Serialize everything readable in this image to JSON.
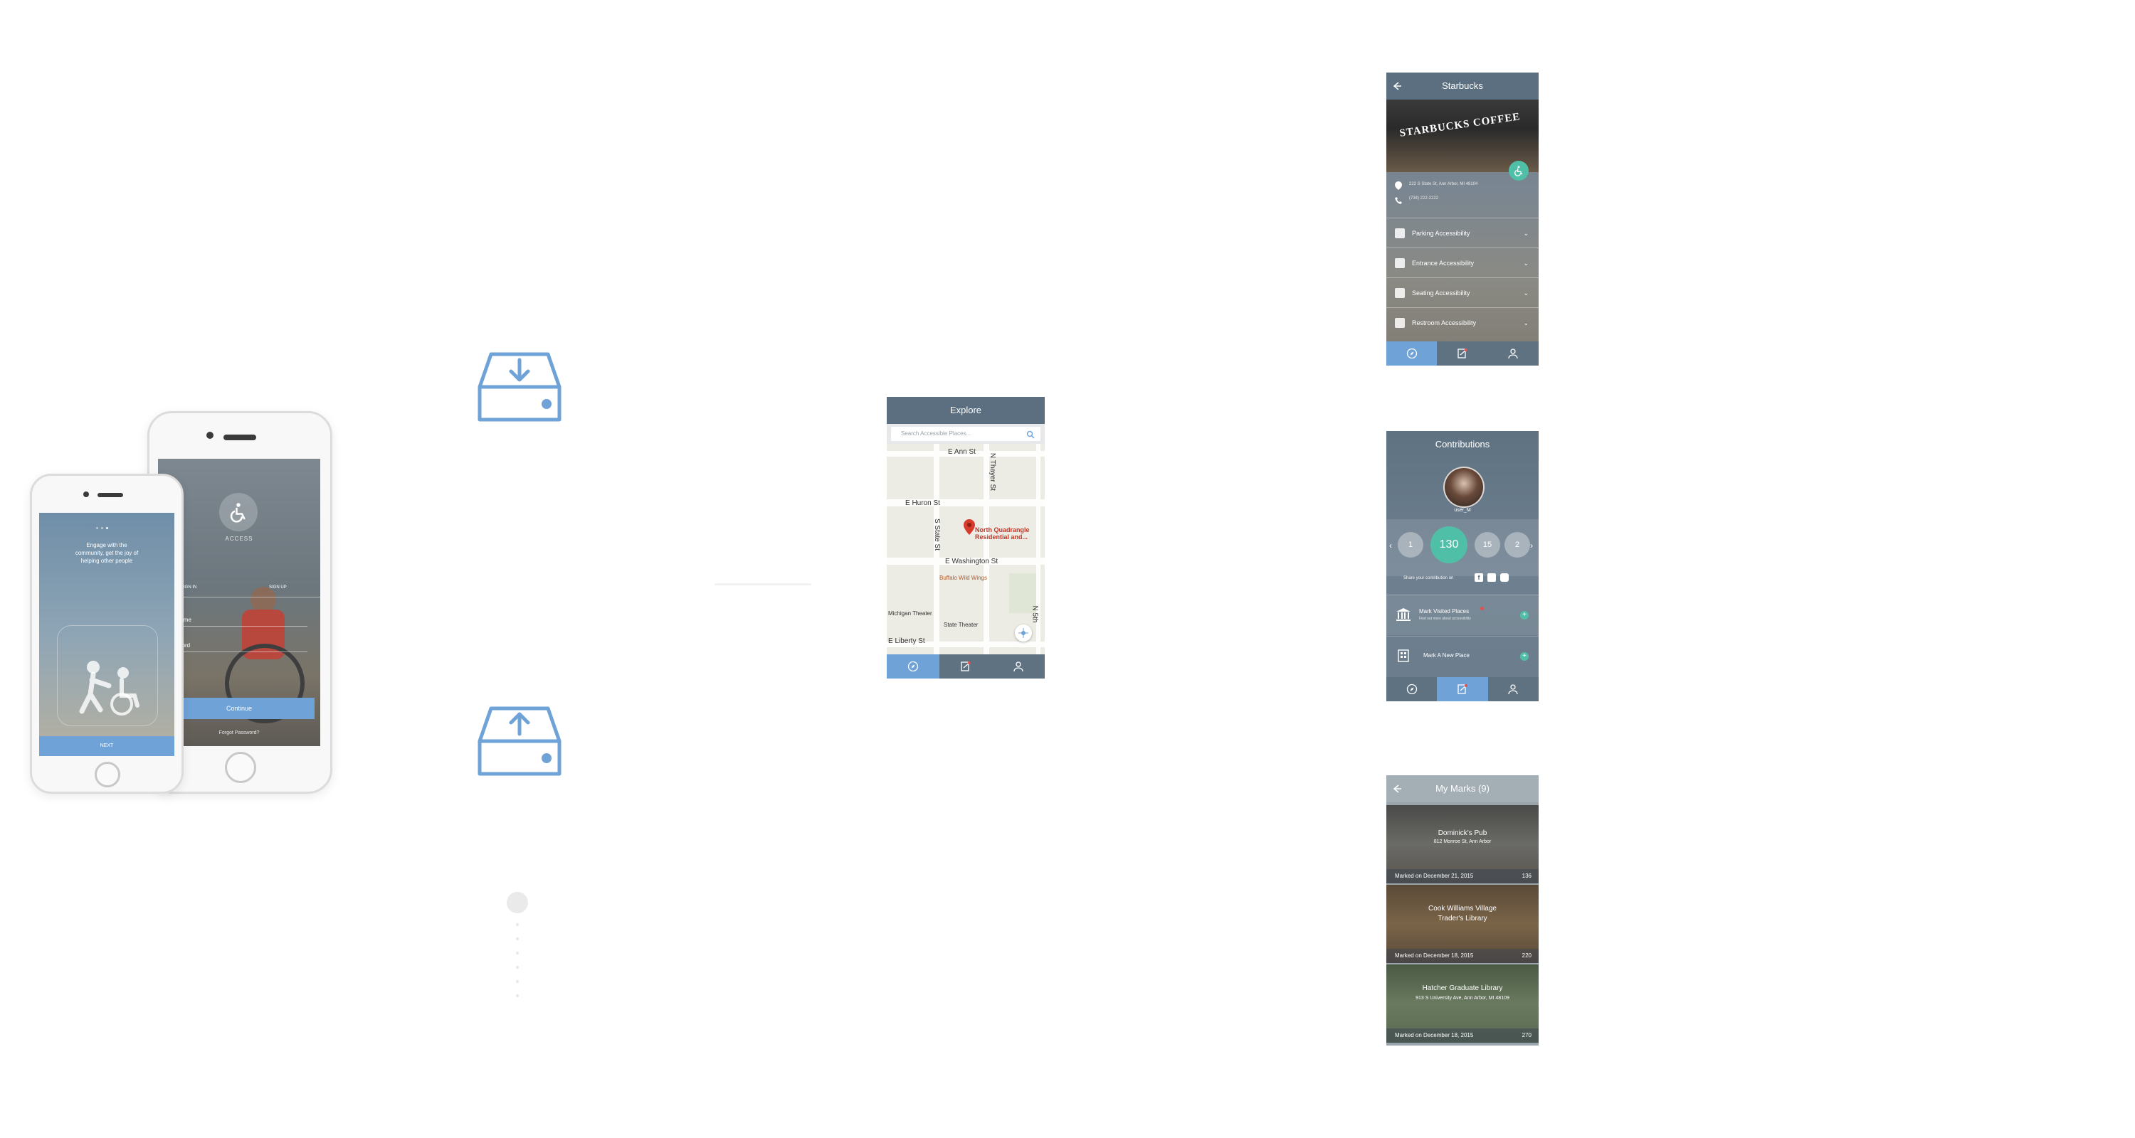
{
  "colors": {
    "accent": "#6fa2d6",
    "panel": "#6e7f8e",
    "bar": "#5b6f80",
    "pin": "#d73b2e"
  },
  "login_phone": {
    "logo_text": "ACCESS",
    "tab_signin": "SIGN IN",
    "tab_signup": "SIGN UP",
    "username_label": "Username",
    "password_label": "Password",
    "continue_label": "Continue",
    "forgot_label": "Forgot Password?"
  },
  "onboard_phone": {
    "tagline": "Engage with the community, get the joy of helping other people",
    "next_label": "NEXT"
  },
  "icons": {
    "download": "download-tray-icon",
    "upload": "upload-tray-icon"
  },
  "explore": {
    "title": "Explore",
    "search_placeholder": "Search Accessible Places...",
    "streets": {
      "ann": "E Ann St",
      "huron": "E Huron St",
      "washington": "E Washington St",
      "liberty": "E Liberty St",
      "state": "S State St",
      "thayer": "N Thayer St",
      "fifth": "N 5th"
    },
    "places": {
      "pin_line1": "North Quadrangle",
      "pin_line2": "Residential and...",
      "wings": "Buffalo Wild Wings",
      "michigan": "Michigan Theater",
      "state_theater": "State Theater"
    }
  },
  "starbucks": {
    "title": "Starbucks",
    "sign": "STARBUCKS COFFEE",
    "address": "222 S State St, Ann Arbor, MI 48104",
    "phone": "(734) 222-2222",
    "rows": [
      {
        "label": "Parking Accessibility"
      },
      {
        "label": "Entrance Accessibility"
      },
      {
        "label": "Seating Accessibility"
      },
      {
        "label": "Restroom Accessibility"
      }
    ]
  },
  "contributions": {
    "title": "Contributions",
    "username": "user_M",
    "stats": [
      {
        "value": "1"
      },
      {
        "value": "130"
      },
      {
        "value": "15"
      },
      {
        "value": "2"
      }
    ],
    "share_label": "Share your contribution on",
    "visited_label": "Mark Visited Places",
    "visited_sub": "Find out more about accessibility",
    "new_place_label": "Mark A New Place"
  },
  "mymarks": {
    "title": "My Marks (9)",
    "cards": [
      {
        "title": "Dominick's Pub",
        "sub": "812 Monroe St, Ann Arbor",
        "meta": "Marked on December 21, 2015",
        "count": "136"
      },
      {
        "title": "Cook Williams Village",
        "sub": "Trader's Library",
        "meta": "Marked on December 18, 2015",
        "count": "220"
      },
      {
        "title": "Hatcher Graduate Library",
        "sub": "913 S University Ave, Ann Arbor, MI 48109",
        "meta": "Marked on December 18, 2015",
        "count": "270"
      }
    ]
  }
}
